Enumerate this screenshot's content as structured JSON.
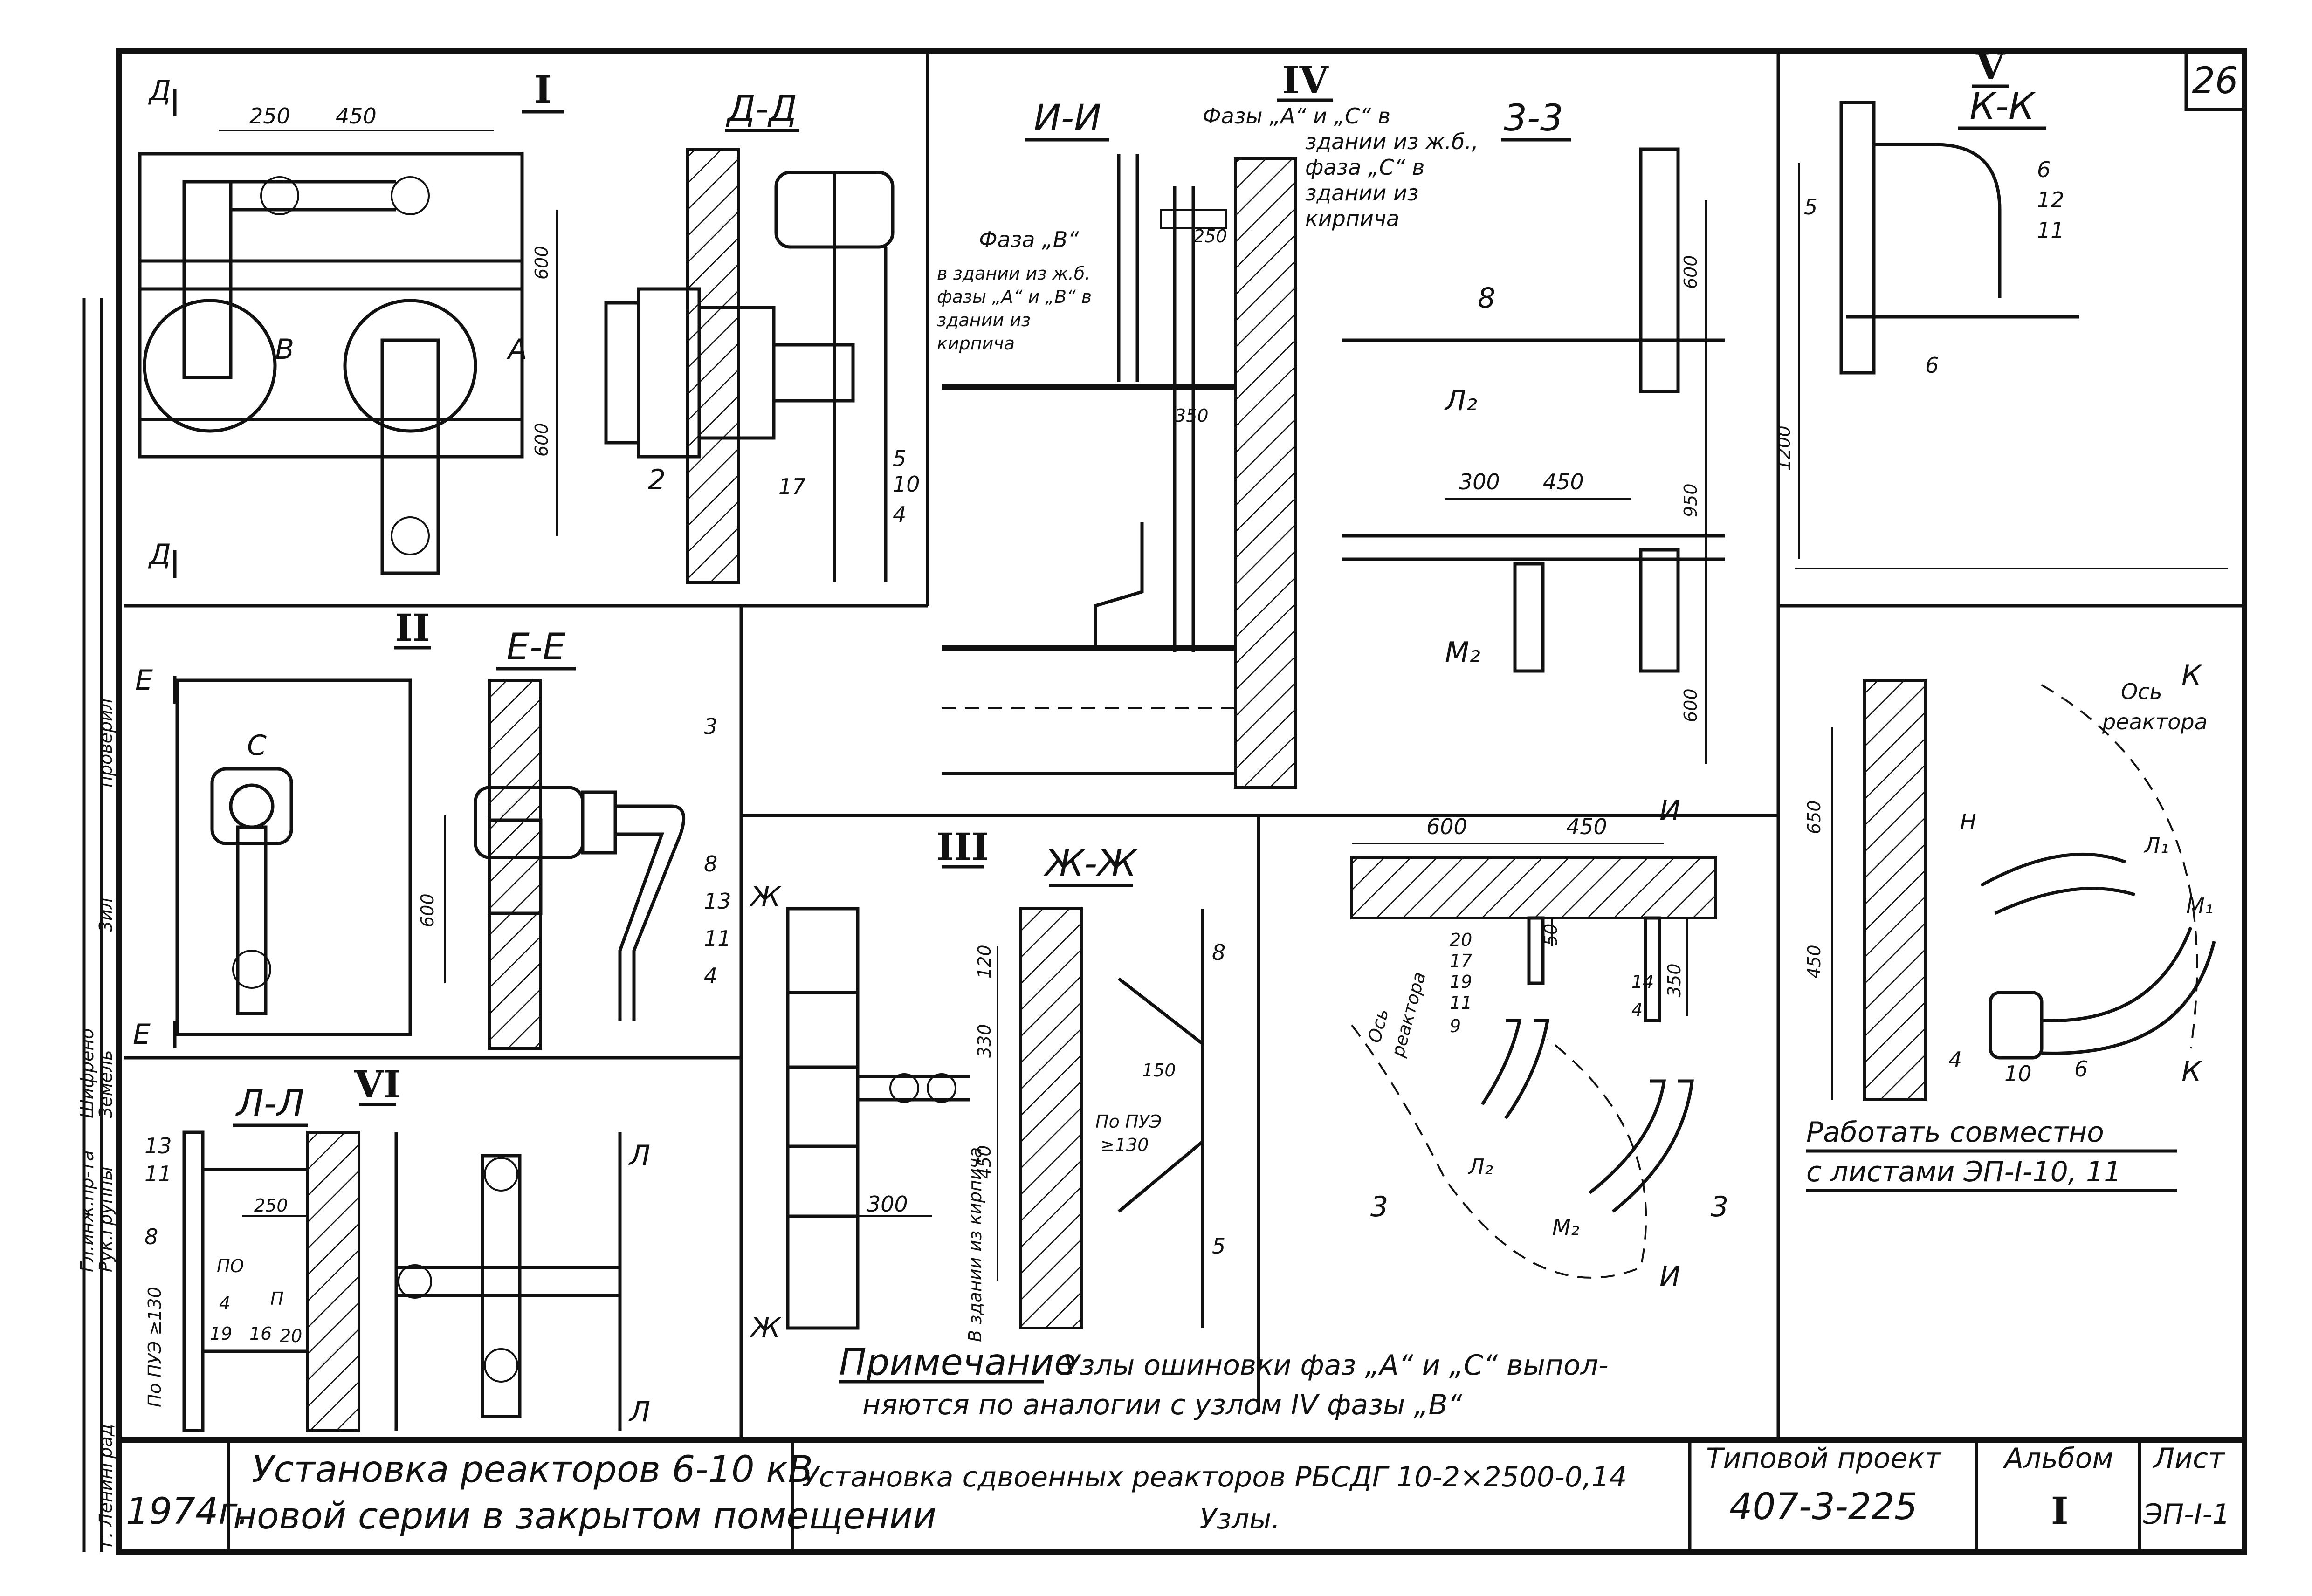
{
  "sheet_number": "26",
  "sections": {
    "I": {
      "view": "I",
      "cut": "Д-Д",
      "cut_mark_top": "Д",
      "cut_mark_bottom": "Д",
      "dims": [
        "250",
        "450",
        "600",
        "600"
      ],
      "labels": [
        "В",
        "А"
      ],
      "items": [
        "2",
        "5",
        "10",
        "4",
        "17"
      ]
    },
    "IV": {
      "view": "IV",
      "cut_left": "И-И",
      "cut_right": "3-3",
      "note_AC": [
        "Фазы „А“ и „С“ в",
        "здании из ж.б.,",
        "фаза „С“ в",
        "здании из",
        "кирпича"
      ],
      "note_B": [
        "Фаза „В“",
        "в здании из ж.б.",
        "фазы „А“ и „В“ в",
        "здании из",
        "кирпича"
      ],
      "dims": [
        "250",
        "350",
        "600",
        "300",
        "450",
        "950",
        "600"
      ],
      "labels": [
        "8",
        "Л₂",
        "М₂"
      ]
    },
    "V": {
      "view": "V",
      "cut": "К-К",
      "dims": [
        "1200",
        "650",
        "450"
      ],
      "items": [
        "5",
        "6",
        "12",
        "11",
        "6"
      ],
      "axis_label": [
        "Ось",
        "реактора"
      ],
      "cut_mark": "К",
      "labels": [
        "Н",
        "Л₁",
        "М₁",
        "4",
        "10",
        "6"
      ]
    },
    "II": {
      "view": "II",
      "cut": "Е-Е",
      "cut_mark": "Е",
      "label_c": "С",
      "dims": [
        "600"
      ],
      "items": [
        "3",
        "8",
        "13",
        "11",
        "4"
      ]
    },
    "III": {
      "view": "III",
      "cut": "Ж-Ж",
      "cut_mark": "Ж",
      "dims": [
        "120",
        "330",
        "450",
        "300",
        "150"
      ],
      "notes": [
        "По ПУЭ",
        "≥130",
        "В здании из кирпича"
      ],
      "items": [
        "8",
        "5"
      ]
    },
    "VI": {
      "view": "VI",
      "cut": "Л-Л",
      "cut_mark": "Л",
      "dims": [
        "250"
      ],
      "items": [
        "13",
        "11",
        "8",
        "ПО",
        "4",
        "П",
        "19",
        "16",
        "20"
      ],
      "note": "По ПУЭ ≥130"
    },
    "section_3": {
      "dims": [
        "600",
        "450",
        "50",
        "350"
      ],
      "items": [
        "20",
        "17",
        "19",
        "11",
        "9",
        "14",
        "4"
      ],
      "axis_label": [
        "Ось",
        "реактора"
      ],
      "labels": [
        "Л₂",
        "М₂",
        "3",
        "3",
        "И",
        "И"
      ]
    }
  },
  "joint_note": {
    "line1": "Работать совместно",
    "line2": "с листами      ЭП-I-10, 11"
  },
  "note": {
    "heading": "Примечание",
    "line1": "Узлы ошиновки фаз „А“ и „С“ выпол-",
    "line2": "няются по аналогии с узлом IV фазы „В“"
  },
  "stamp": {
    "side_rows": [
      "г. Ленинград",
      "Гл.инж.пр-та",
      "Рук.группы",
      "Шифрено",
      "Земель",
      "3ил",
      "проверил"
    ],
    "year": "1974г.",
    "title_left": [
      "Установка реакторов 6-10 кВ",
      "новой серии в закрытом помещении"
    ],
    "title_mid": [
      "Установка сдвоенных реакторов РБСДГ 10-2×2500-0,14",
      "Узлы."
    ],
    "project_label": "Типовой проект",
    "project_number": "407-3-225",
    "album_label": "Альбом",
    "album_value": "I",
    "sheet_label": "Лист",
    "sheet_value": "ЭП-I-1"
  }
}
